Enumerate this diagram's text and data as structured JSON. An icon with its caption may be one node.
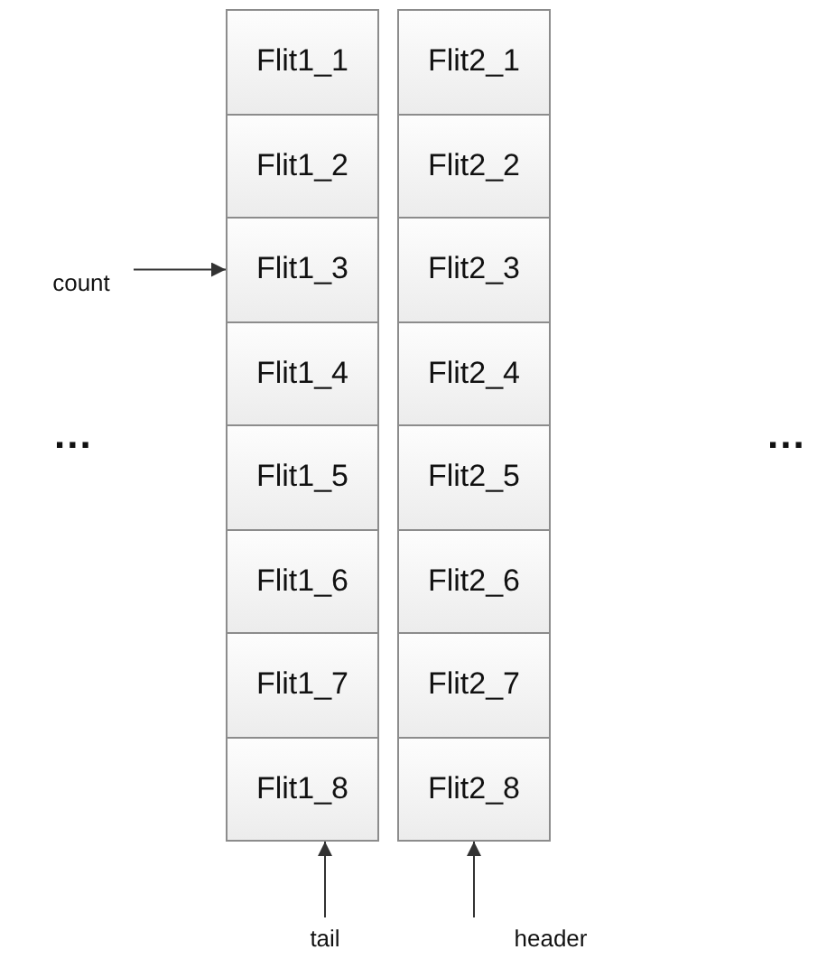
{
  "diagram": {
    "nodes": [
      {
        "text": [
          "Flit1_1"
        ]
      },
      {
        "text": [
          "Flit2_1"
        ]
      },
      {
        "text": [
          "Flit1_2"
        ]
      },
      {
        "text": [
          "Flit2_2"
        ]
      },
      {
        "text": [
          "count"
        ]
      },
      {
        "text": [
          "Flit1_3"
        ]
      },
      {
        "text": [
          "Flit2_3"
        ]
      },
      {
        "text": [
          "Flit1_4"
        ]
      },
      {
        "text": [
          "Flit2_4"
        ]
      },
      {
        "text": [
          "Flit1_5"
        ]
      },
      {
        "text": [
          "Flit2_5"
        ]
      },
      {
        "text": [
          "Flit1_6"
        ]
      },
      {
        "text": [
          "Flit2_6"
        ]
      },
      {
        "text": [
          "Flit1_7"
        ]
      },
      {
        "text": [
          "Flit2_7"
        ]
      },
      {
        "text": [
          "Flit1_8"
        ]
      },
      {
        "text": [
          "Flit2_8"
        ]
      },
      {
        "text": [
          "tail"
        ]
      },
      {
        "text": [
          "header"
        ]
      }
    ],
    "edges": [
      {
        "from": 4,
        "to": 5,
        "arrow": "to"
      },
      {
        "from": 17,
        "to": 15,
        "arrow": "to"
      },
      {
        "from": 18,
        "to": 16,
        "arrow": "to"
      }
    ],
    "labels": [
      "...",
      "..."
    ]
  }
}
